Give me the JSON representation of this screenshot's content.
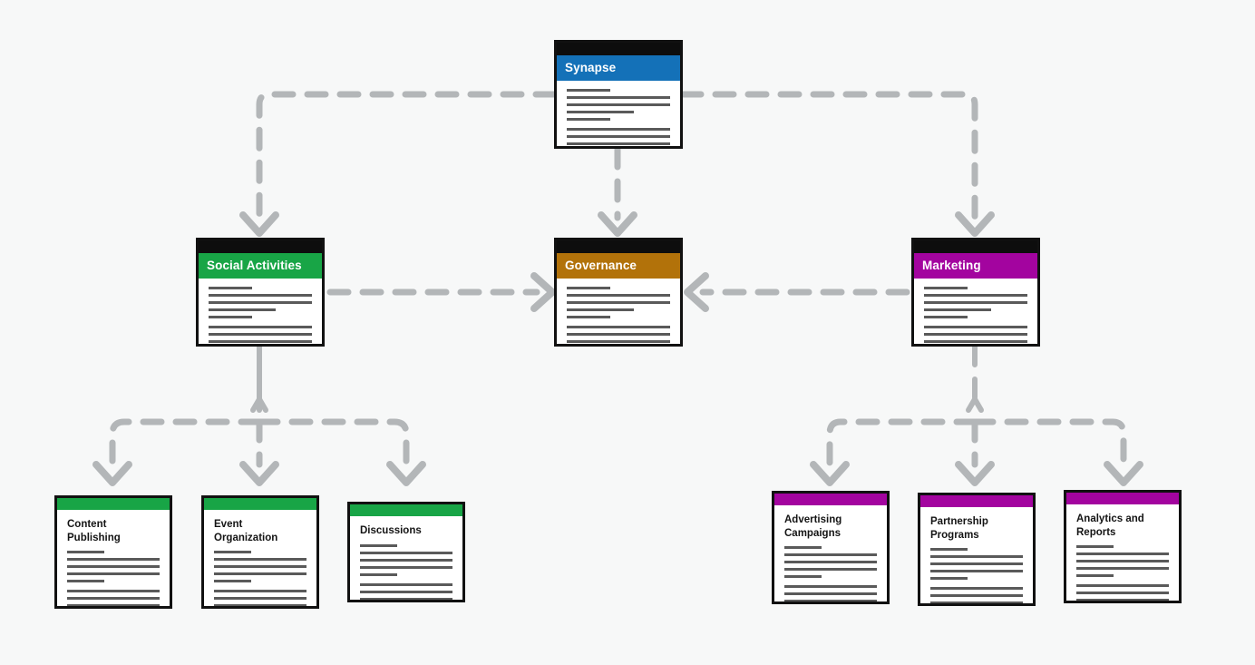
{
  "diagram": {
    "title": "Synapse platform architecture diagram",
    "background_color": "#f7f8f8",
    "edge_color": "#b3b6b8",
    "line_color": "#5a5a5a",
    "border_color": "#111111",
    "blackbar_color": "#0d0d0d"
  },
  "nodes": {
    "synapse": {
      "label": "Synapse",
      "color": "#1471b8",
      "type": "module",
      "line_widths": [
        42,
        100,
        100,
        100,
        65,
        42,
        100,
        100,
        100,
        70
      ]
    },
    "social_activities": {
      "label": "Social Activities",
      "color": "#18a546",
      "type": "module",
      "line_widths": [
        42,
        100,
        100,
        100,
        65,
        42,
        100,
        100,
        100,
        70
      ]
    },
    "governance": {
      "label": "Governance",
      "color": "#b2720a",
      "type": "module",
      "line_widths": [
        42,
        100,
        100,
        100,
        65,
        42,
        100,
        100,
        100,
        70
      ]
    },
    "marketing": {
      "label": "Marketing",
      "color": "#a3049f",
      "type": "module",
      "line_widths": [
        42,
        100,
        100,
        100,
        65,
        42,
        100,
        100,
        100,
        70
      ]
    },
    "content_publishing": {
      "label": "Content\nPublishing",
      "color": "#18a546",
      "type": "leaf",
      "line_widths": [
        40,
        100,
        100,
        100,
        40,
        100,
        100,
        100,
        72
      ]
    },
    "event_organization": {
      "label": "Event\nOrganization",
      "color": "#18a546",
      "type": "leaf",
      "line_widths": [
        40,
        100,
        100,
        100,
        40,
        100,
        100,
        100,
        72
      ]
    },
    "discussions": {
      "label": "Discussions",
      "color": "#18a546",
      "type": "leaf",
      "line_widths": [
        40,
        100,
        100,
        100,
        40,
        100,
        100,
        100,
        72
      ]
    },
    "advertising_campaigns": {
      "label": "Advertising\nCampaigns",
      "color": "#a3049f",
      "type": "leaf",
      "line_widths": [
        40,
        100,
        100,
        100,
        40,
        100,
        100,
        100,
        72
      ]
    },
    "partnership_programs": {
      "label": "Partnership\nPrograms",
      "color": "#a3049f",
      "type": "leaf",
      "line_widths": [
        40,
        100,
        100,
        100,
        40,
        100,
        100,
        100,
        72
      ]
    },
    "analytics_and_reports": {
      "label": "Analytics and\nReports",
      "color": "#a3049f",
      "type": "leaf",
      "line_widths": [
        40,
        100,
        100,
        100,
        40,
        100,
        100,
        100,
        72
      ]
    }
  },
  "edges": [
    {
      "name": "synapse-to-social-activities",
      "style": "dashed",
      "arrow": "down"
    },
    {
      "name": "synapse-to-governance",
      "style": "dashed",
      "arrow": "down"
    },
    {
      "name": "synapse-to-marketing",
      "style": "dashed",
      "arrow": "down"
    },
    {
      "name": "social-activities-to-governance",
      "style": "dashed",
      "arrow": "right"
    },
    {
      "name": "marketing-to-governance",
      "style": "dashed",
      "arrow": "left"
    },
    {
      "name": "social-activities-to-children",
      "style": "solid-stem-dashed-branches",
      "arrow": "up-and-down"
    },
    {
      "name": "marketing-to-children",
      "style": "dashed",
      "arrow": "up-and-down"
    }
  ]
}
